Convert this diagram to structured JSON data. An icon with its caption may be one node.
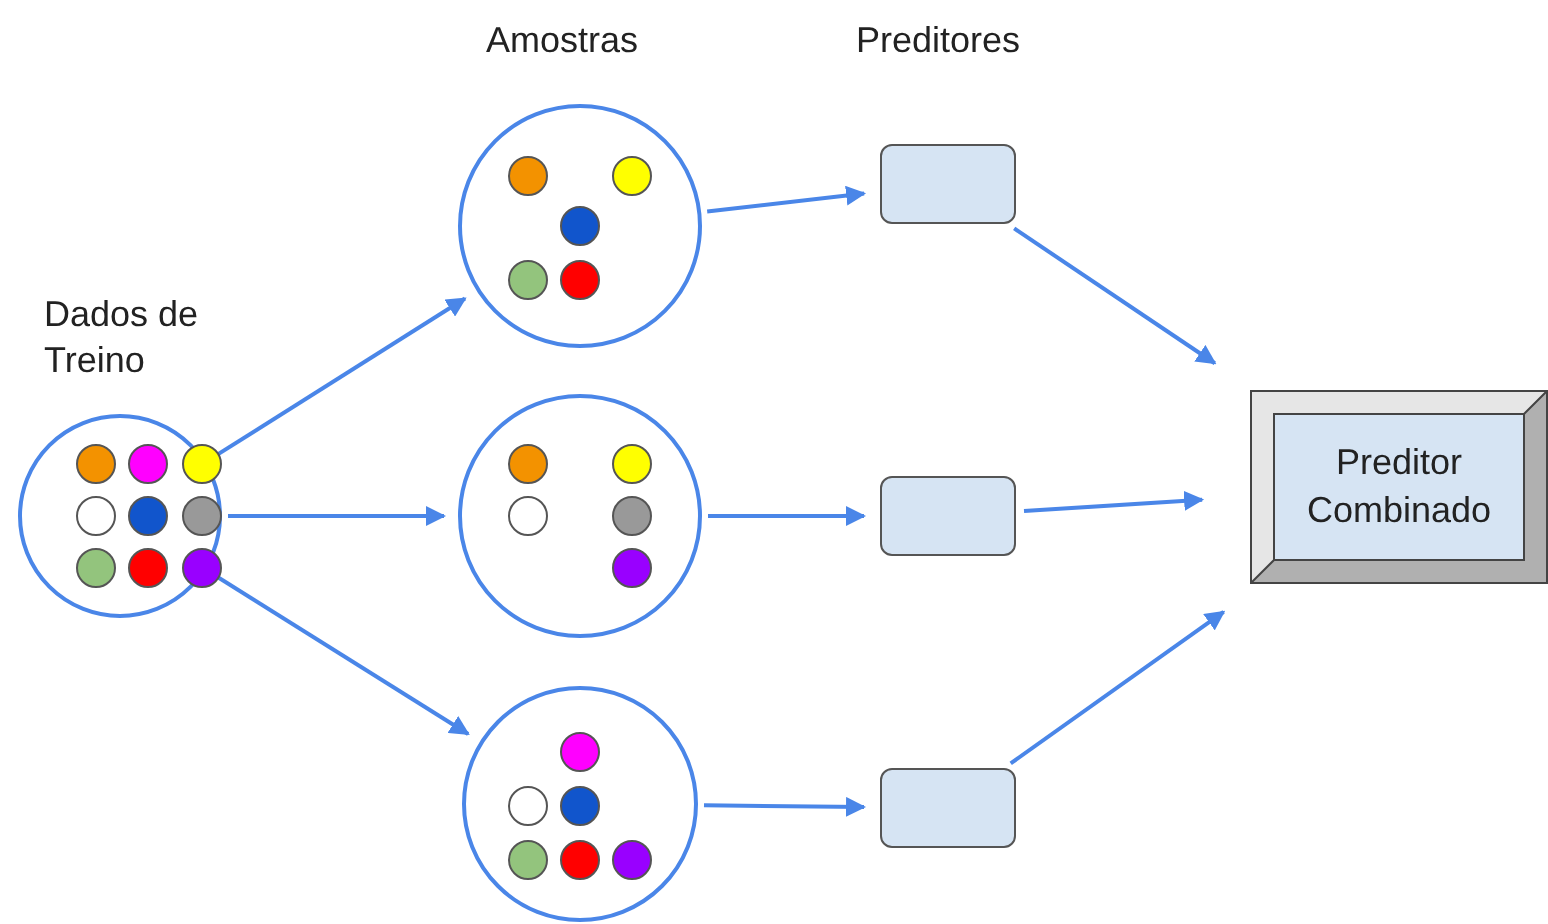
{
  "diagram": {
    "nodes": [
      {
        "text": [
          "Dados de Treino"
        ]
      },
      {
        "text": [],
        "shape": "circle"
      },
      {
        "text": [],
        "shape": "circle"
      },
      {
        "text": [],
        "shape": "circle"
      },
      {
        "text": [],
        "shape": "box"
      },
      {
        "text": [],
        "shape": "box"
      },
      {
        "text": [],
        "shape": "box"
      },
      {
        "text": [
          "Preditor Combinado"
        ]
      }
    ],
    "edges": [
      {
        "from": 0,
        "to": 1,
        "arrow": "to"
      },
      {
        "from": 0,
        "to": 2,
        "arrow": "to"
      },
      {
        "from": 0,
        "to": 3,
        "arrow": "to"
      },
      {
        "from": 1,
        "to": 4,
        "arrow": "to"
      },
      {
        "from": 2,
        "to": 5,
        "arrow": "to"
      },
      {
        "from": 3,
        "to": 6,
        "arrow": "to"
      },
      {
        "from": 4,
        "to": 7,
        "arrow": "to"
      },
      {
        "from": 5,
        "to": 7,
        "arrow": "to"
      },
      {
        "from": 6,
        "to": 7,
        "arrow": "to"
      }
    ],
    "labels": [
      "Amostras",
      "Preditores"
    ]
  }
}
